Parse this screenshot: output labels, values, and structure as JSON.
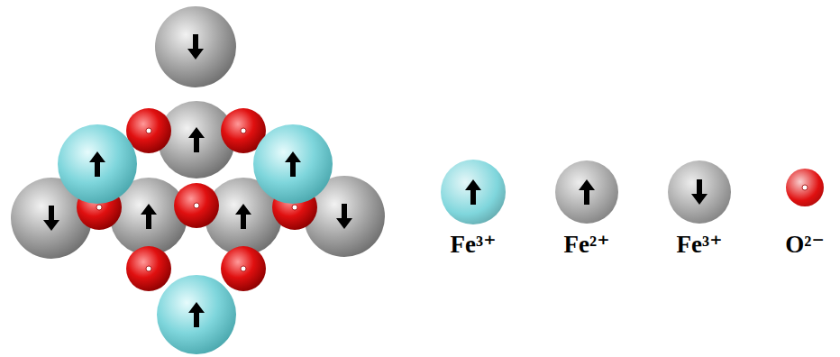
{
  "diagram": {
    "legend": [
      {
        "text": "Fe³⁺",
        "color": "#7fd6dc"
      },
      {
        "text": "Fe²⁺",
        "color": "#a3a3a3"
      },
      {
        "text": "Fe³⁺",
        "color": "#a3a3a3"
      },
      {
        "text": "O²⁻",
        "color": "#e01010"
      }
    ]
  }
}
